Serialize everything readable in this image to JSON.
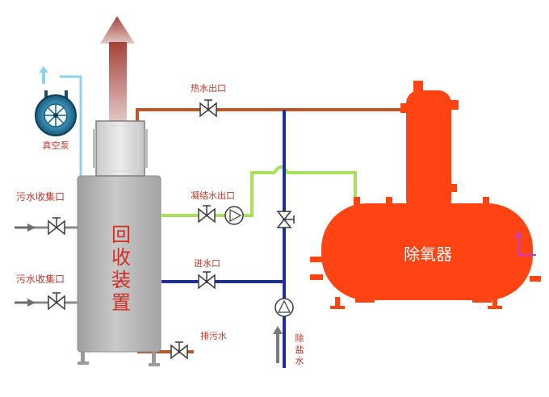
{
  "labels": {
    "hot_water_outlet": "热水出口",
    "condensate_outlet": "凝结水出口",
    "water_inlet": "进水口",
    "drain": "排污水",
    "vacuum_pump": "真空泵",
    "sewage_inlet_1": "污水收集口",
    "sewage_inlet_2": "污水收集口",
    "recovery_device": [
      "回",
      "收",
      "装",
      "置"
    ],
    "deaerator": "除氧器",
    "desalinated_water": [
      "除",
      "盐",
      "水"
    ]
  },
  "colors": {
    "hot_pipe": "#b5582a",
    "condensate_pipe": "#a8e05a",
    "water_pipe": "#1c2f9c",
    "vacuum_pipe": "#8fd0ea",
    "deaerator_fill": "#ff4414",
    "tank_gray": "#b4b4b4",
    "label_red": "#c0392b",
    "exhaust_arrow": "#b85a52"
  },
  "icons": {
    "valve": "gate-valve-icon",
    "pump": "circulation-pump-icon",
    "vacuum_pump": "vacuum-pump-icon"
  }
}
